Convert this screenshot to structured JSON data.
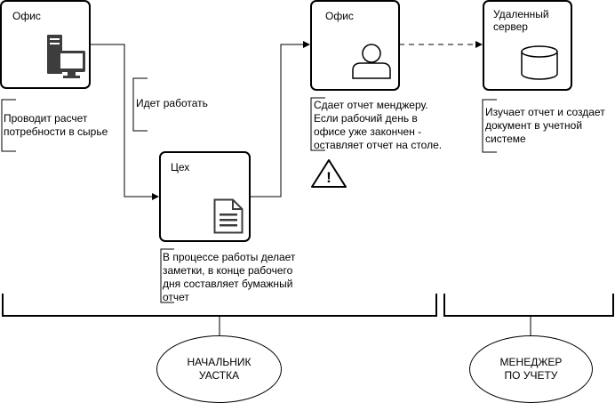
{
  "nodes": {
    "office1": {
      "label": "Офис",
      "icon": "computer-icon"
    },
    "workshop": {
      "label": "Цех",
      "icon": "document-icon"
    },
    "office2": {
      "label": "Офис",
      "icon": "user-icon"
    },
    "server": {
      "label": "Удаленный\nсервер",
      "icon": "database-icon"
    }
  },
  "notes": {
    "office1_note": "Проводит расчет\nпотребности в сырье",
    "go_work": "Идет работать",
    "workshop_note": "В процессе работы делает\nзаметки, в конце рабочего\nдня составляет бумажный\nотчет",
    "office2_note": "Сдает отчет менджеру.\nЕсли рабочий день в\nофисе уже закончен -\nоставляет отчет на столе.",
    "server_note": "Изучает отчет и создает\nдокумент в учетной\nсистеме"
  },
  "warning": {
    "icon": "warning-icon",
    "glyph": "!"
  },
  "actors": {
    "chief": "НАЧАЛЬНИК\nУАСТКА",
    "manager": "МЕНЕДЖЕР\nПО УЧЕТУ"
  },
  "colors": {
    "stroke": "#000000",
    "icon_gray": "#3d3d3d",
    "monitor_blue": "#ffffff"
  }
}
